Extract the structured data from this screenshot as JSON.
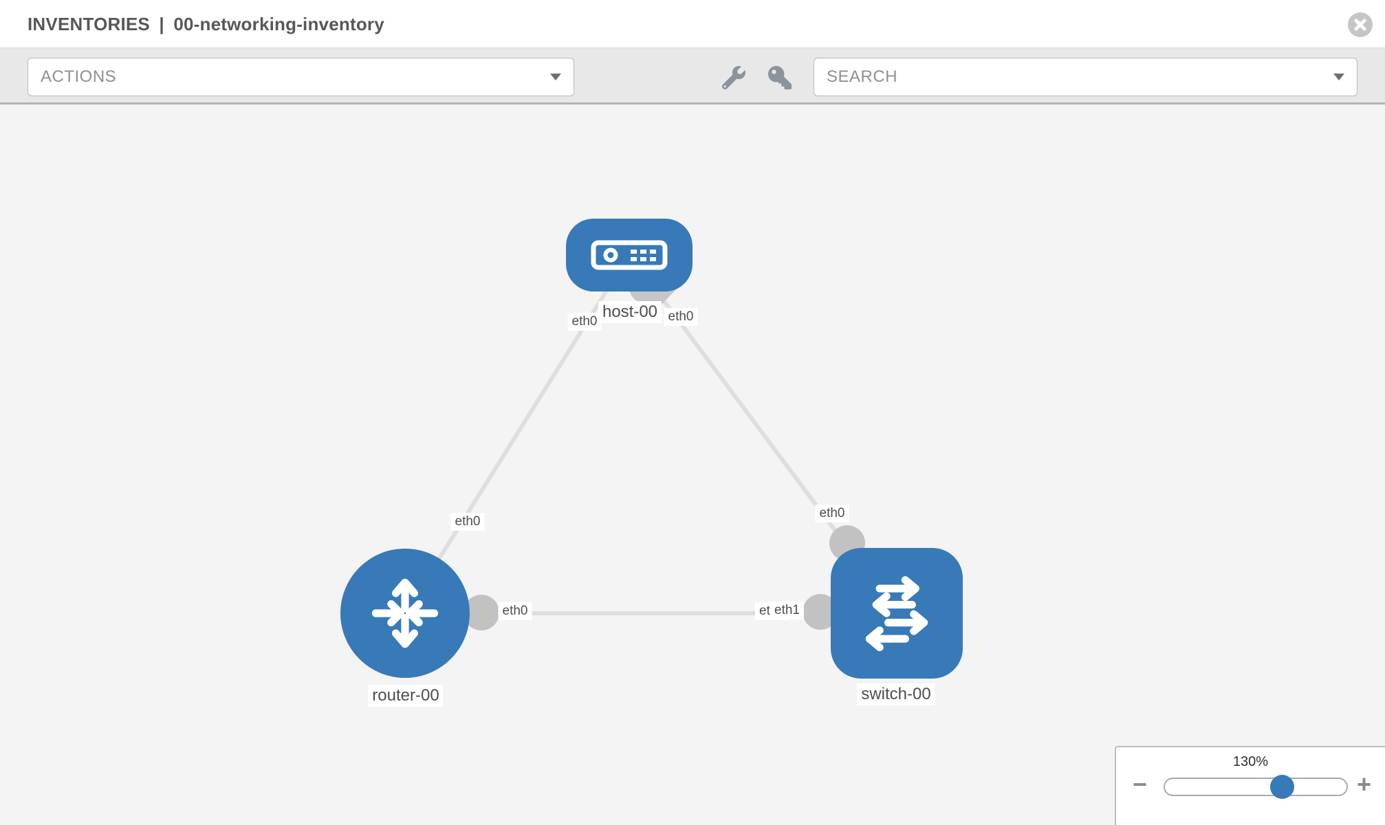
{
  "header": {
    "title_primary": "INVENTORIES",
    "title_separator": "|",
    "title_secondary": "00-networking-inventory"
  },
  "toolbar": {
    "actions_label": "ACTIONS",
    "search_label": "SEARCH"
  },
  "icons": {
    "close": "x-in-circle",
    "wrench": "wrench",
    "key": "key",
    "dropdown_caret": "chevron-down"
  },
  "colors": {
    "node_blue": "#377ab7",
    "link_gray": "#dedede",
    "endpoint_gray": "#c2c2c2",
    "canvas_bg": "#f4f4f4",
    "toolbar_bg": "#e8e8e8"
  },
  "topology": {
    "nodes": [
      {
        "id": "host-00",
        "type": "host",
        "label": "host-00"
      },
      {
        "id": "router-00",
        "type": "router",
        "label": "router-00"
      },
      {
        "id": "switch-00",
        "type": "switch",
        "label": "switch-00"
      }
    ],
    "links": [
      {
        "from": "host-00",
        "to": "router-00",
        "from_interface": "eth0",
        "to_interface": "eth0"
      },
      {
        "from": "host-00",
        "to": "switch-00",
        "from_interface": "eth0",
        "to_interface": "eth0"
      },
      {
        "from": "router-00",
        "to": "switch-00",
        "from_interface": "eth0",
        "to_interface": "eth1"
      }
    ],
    "if_labels": {
      "host_left": "eth0",
      "host_right": "eth0",
      "router_diag": "eth0",
      "switch_diag": "eth0",
      "router_horiz": "eth0",
      "switch_horiz_under": "eth0",
      "switch_horiz_top": "eth1"
    }
  },
  "zoom_panel": {
    "level": "130%",
    "minus_label": "−",
    "plus_label": "+"
  }
}
